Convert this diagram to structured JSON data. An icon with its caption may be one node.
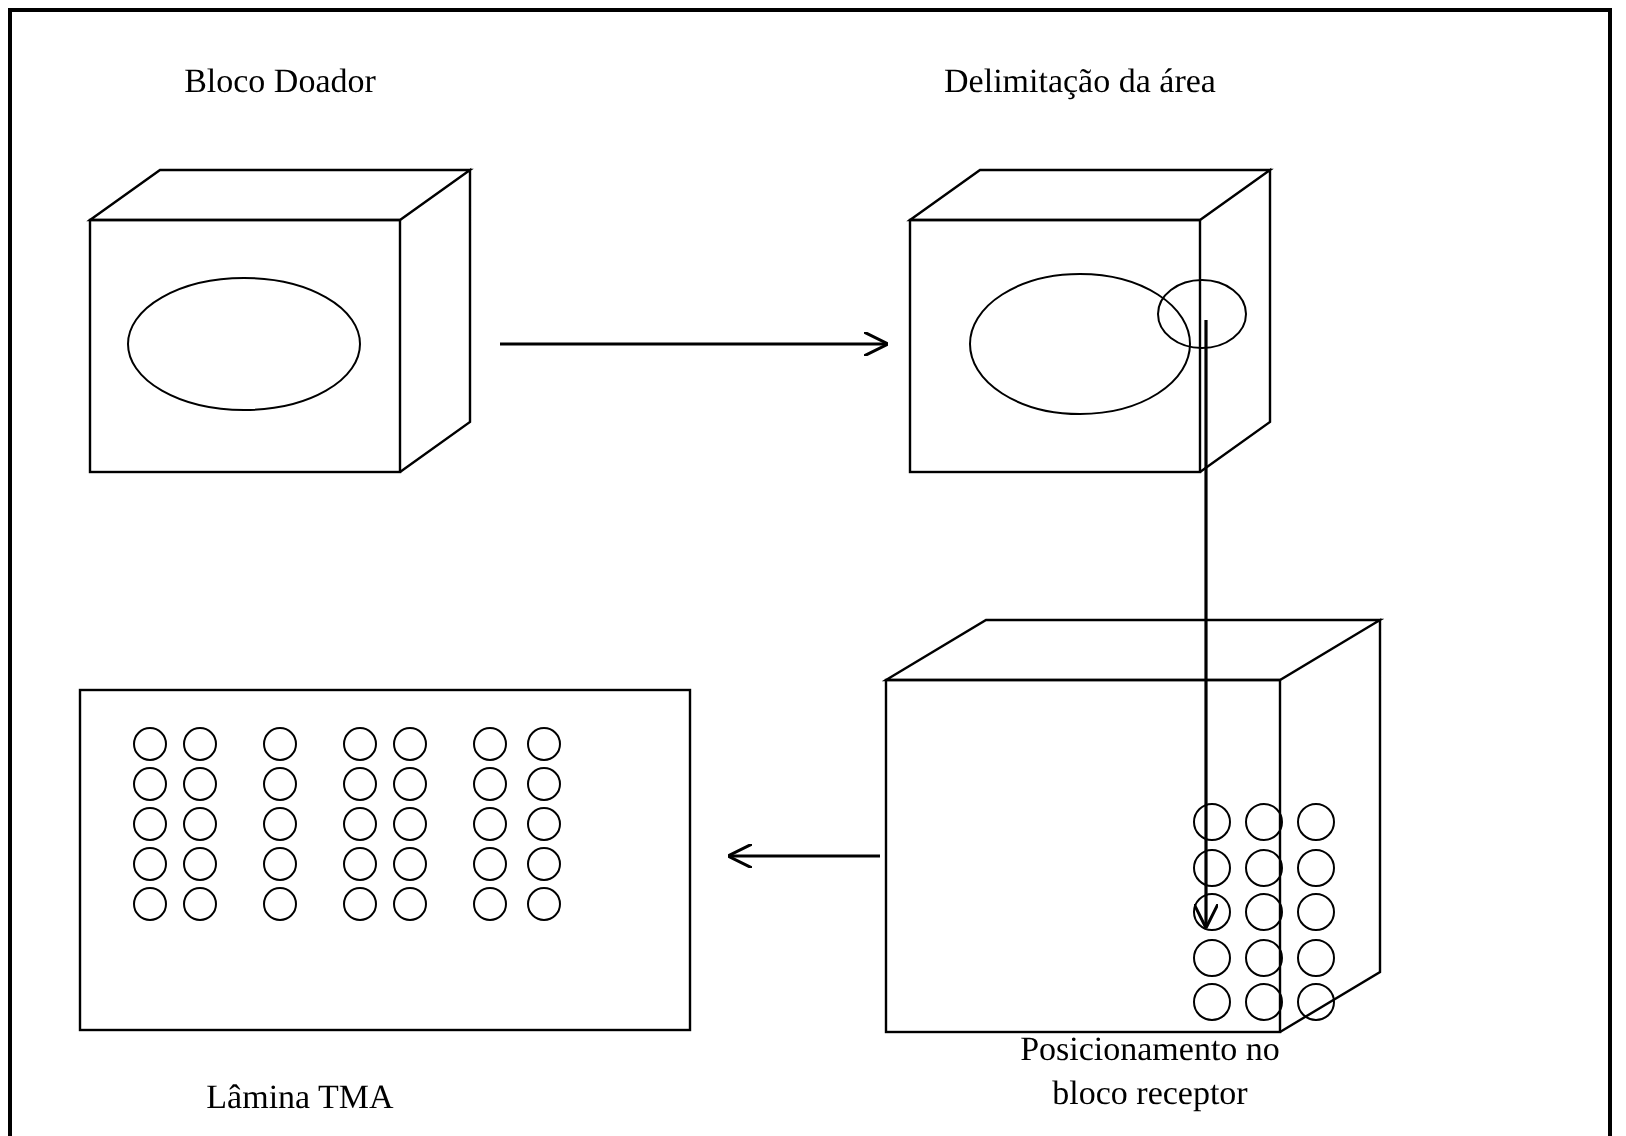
{
  "diagram": {
    "nodes": [
      {
        "text": [
          "Bloco Doador"
        ]
      },
      {
        "text": [
          "Delimitação da área"
        ]
      },
      {
        "text": [
          "Lâmina TMA"
        ]
      },
      {
        "text": [
          "Posicionamento no bloco receptor"
        ]
      }
    ],
    "edges": [
      {
        "from": 0,
        "to": 1,
        "arrow": "to"
      },
      {
        "from": 1,
        "to": 3,
        "arrow": "to"
      },
      {
        "from": 3,
        "to": 2,
        "arrow": "to"
      }
    ]
  }
}
